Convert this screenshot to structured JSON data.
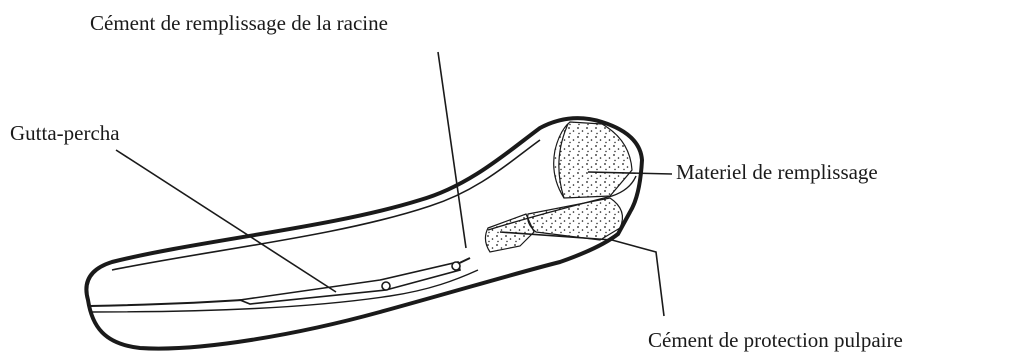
{
  "labels": {
    "cement_racine": "Cément de remplissage de la racine",
    "gutta_percha": "Gutta-percha",
    "materiel_remplissage": "Materiel de remplissage",
    "cement_protection": "Cément de protection pulpaire"
  },
  "colors": {
    "ink": "#1a1a1a",
    "background": "#ffffff"
  }
}
